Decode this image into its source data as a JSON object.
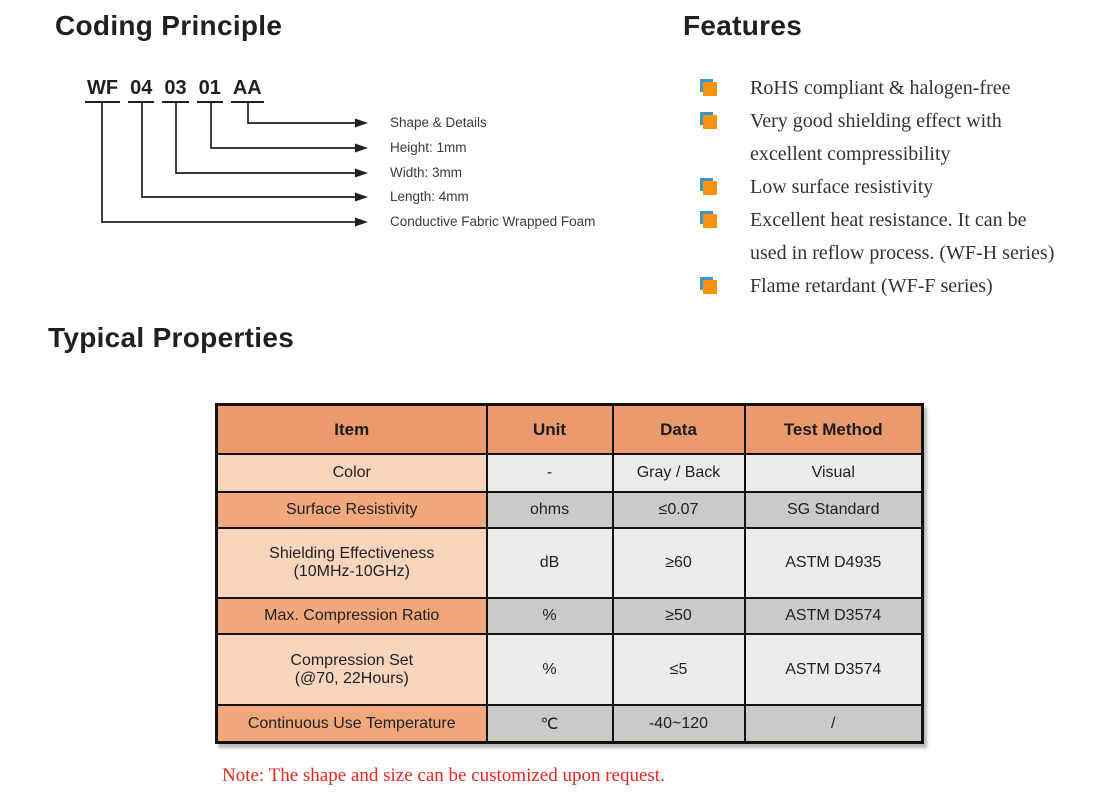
{
  "coding": {
    "title": "Coding Principle",
    "code_parts": [
      "WF",
      "04",
      "03",
      "01",
      "AA"
    ],
    "labels": [
      "Shape & Details",
      "Height: 1mm",
      "Width: 3mm",
      "Length: 4mm",
      "Conductive Fabric Wrapped Foam"
    ]
  },
  "features": {
    "title": "Features",
    "items": [
      "RoHS compliant & halogen-free",
      "Very good shielding effect with\nexcellent compressibility",
      "Low surface resistivity",
      "Excellent heat resistance. It can be\nused in reflow process. (WF-H series)",
      "Flame retardant (WF-F series)"
    ]
  },
  "properties": {
    "title": "Typical Properties",
    "table": {
      "headers": [
        "Item",
        "Unit",
        "Data",
        "Test Method"
      ],
      "rows": [
        {
          "item": "Color",
          "unit": "-",
          "data": "Gray / Back",
          "test": "Visual"
        },
        {
          "item": "Surface Resistivity",
          "unit": "ohms",
          "data": "≤0.07",
          "test": "SG Standard"
        },
        {
          "item": "Shielding Effectiveness\n(10MHz-10GHz)",
          "unit": "dB",
          "data": "≥60",
          "test": "ASTM D4935"
        },
        {
          "item": "Max. Compression Ratio",
          "unit": "%",
          "data": "≥50",
          "test": "ASTM D3574"
        },
        {
          "item": "Compression Set\n(@70, 22Hours)",
          "unit": "%",
          "data": "≤5",
          "test": "ASTM D3574"
        },
        {
          "item": "Continuous Use Temperature",
          "unit": "℃",
          "data": "-40~120",
          "test": "/"
        }
      ]
    },
    "note": "Note: The shape and size can be customized upon request."
  },
  "colors": {
    "bullet_orange": "#f6920b",
    "bullet_blue": "#3c96c6",
    "table_header_bg": "#eb9a6f",
    "item_row_light": "#f9d5bd",
    "item_row_dark": "#f2a87d",
    "value_row_light": "#ededE8",
    "value_row_dark": "#cbcbc6",
    "note_red": "#e8261e",
    "text": "#231f20"
  }
}
